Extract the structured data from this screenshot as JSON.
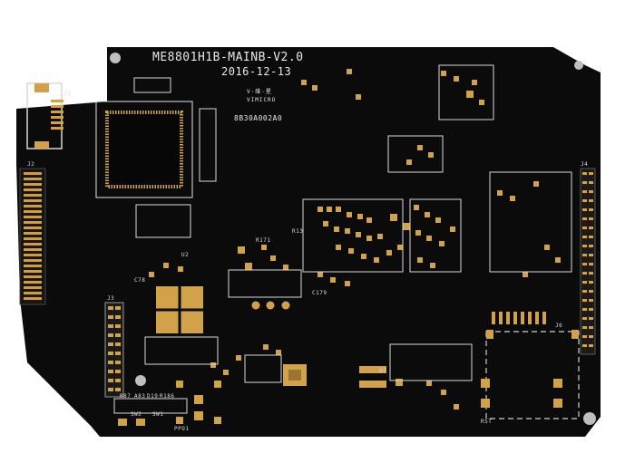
{
  "board": {
    "model": "ME8801H1B-MAINB-V2.0",
    "date": "2016-12-13",
    "brand": "V·维·星\nVIMICRO",
    "serial": "8B30A002A0"
  },
  "labels": {
    "j1": "J1",
    "j2": "J2",
    "j3": "J3",
    "j4": "J4",
    "j6": "J6",
    "u2": "U2",
    "u7": "U7",
    "rst": "RST",
    "sw1": "SW1",
    "sw2": "SW2",
    "ppo1": "PPO1",
    "r87": "R87",
    "a83": "A83",
    "d19": "D19",
    "r186": "R186",
    "c78": "C78",
    "r171": "R171",
    "r13": "R13",
    "c179": "C179"
  },
  "colors": {
    "board": "#0b0b0b",
    "gold": "#d2a24a",
    "silk": "#e6e6e6"
  }
}
